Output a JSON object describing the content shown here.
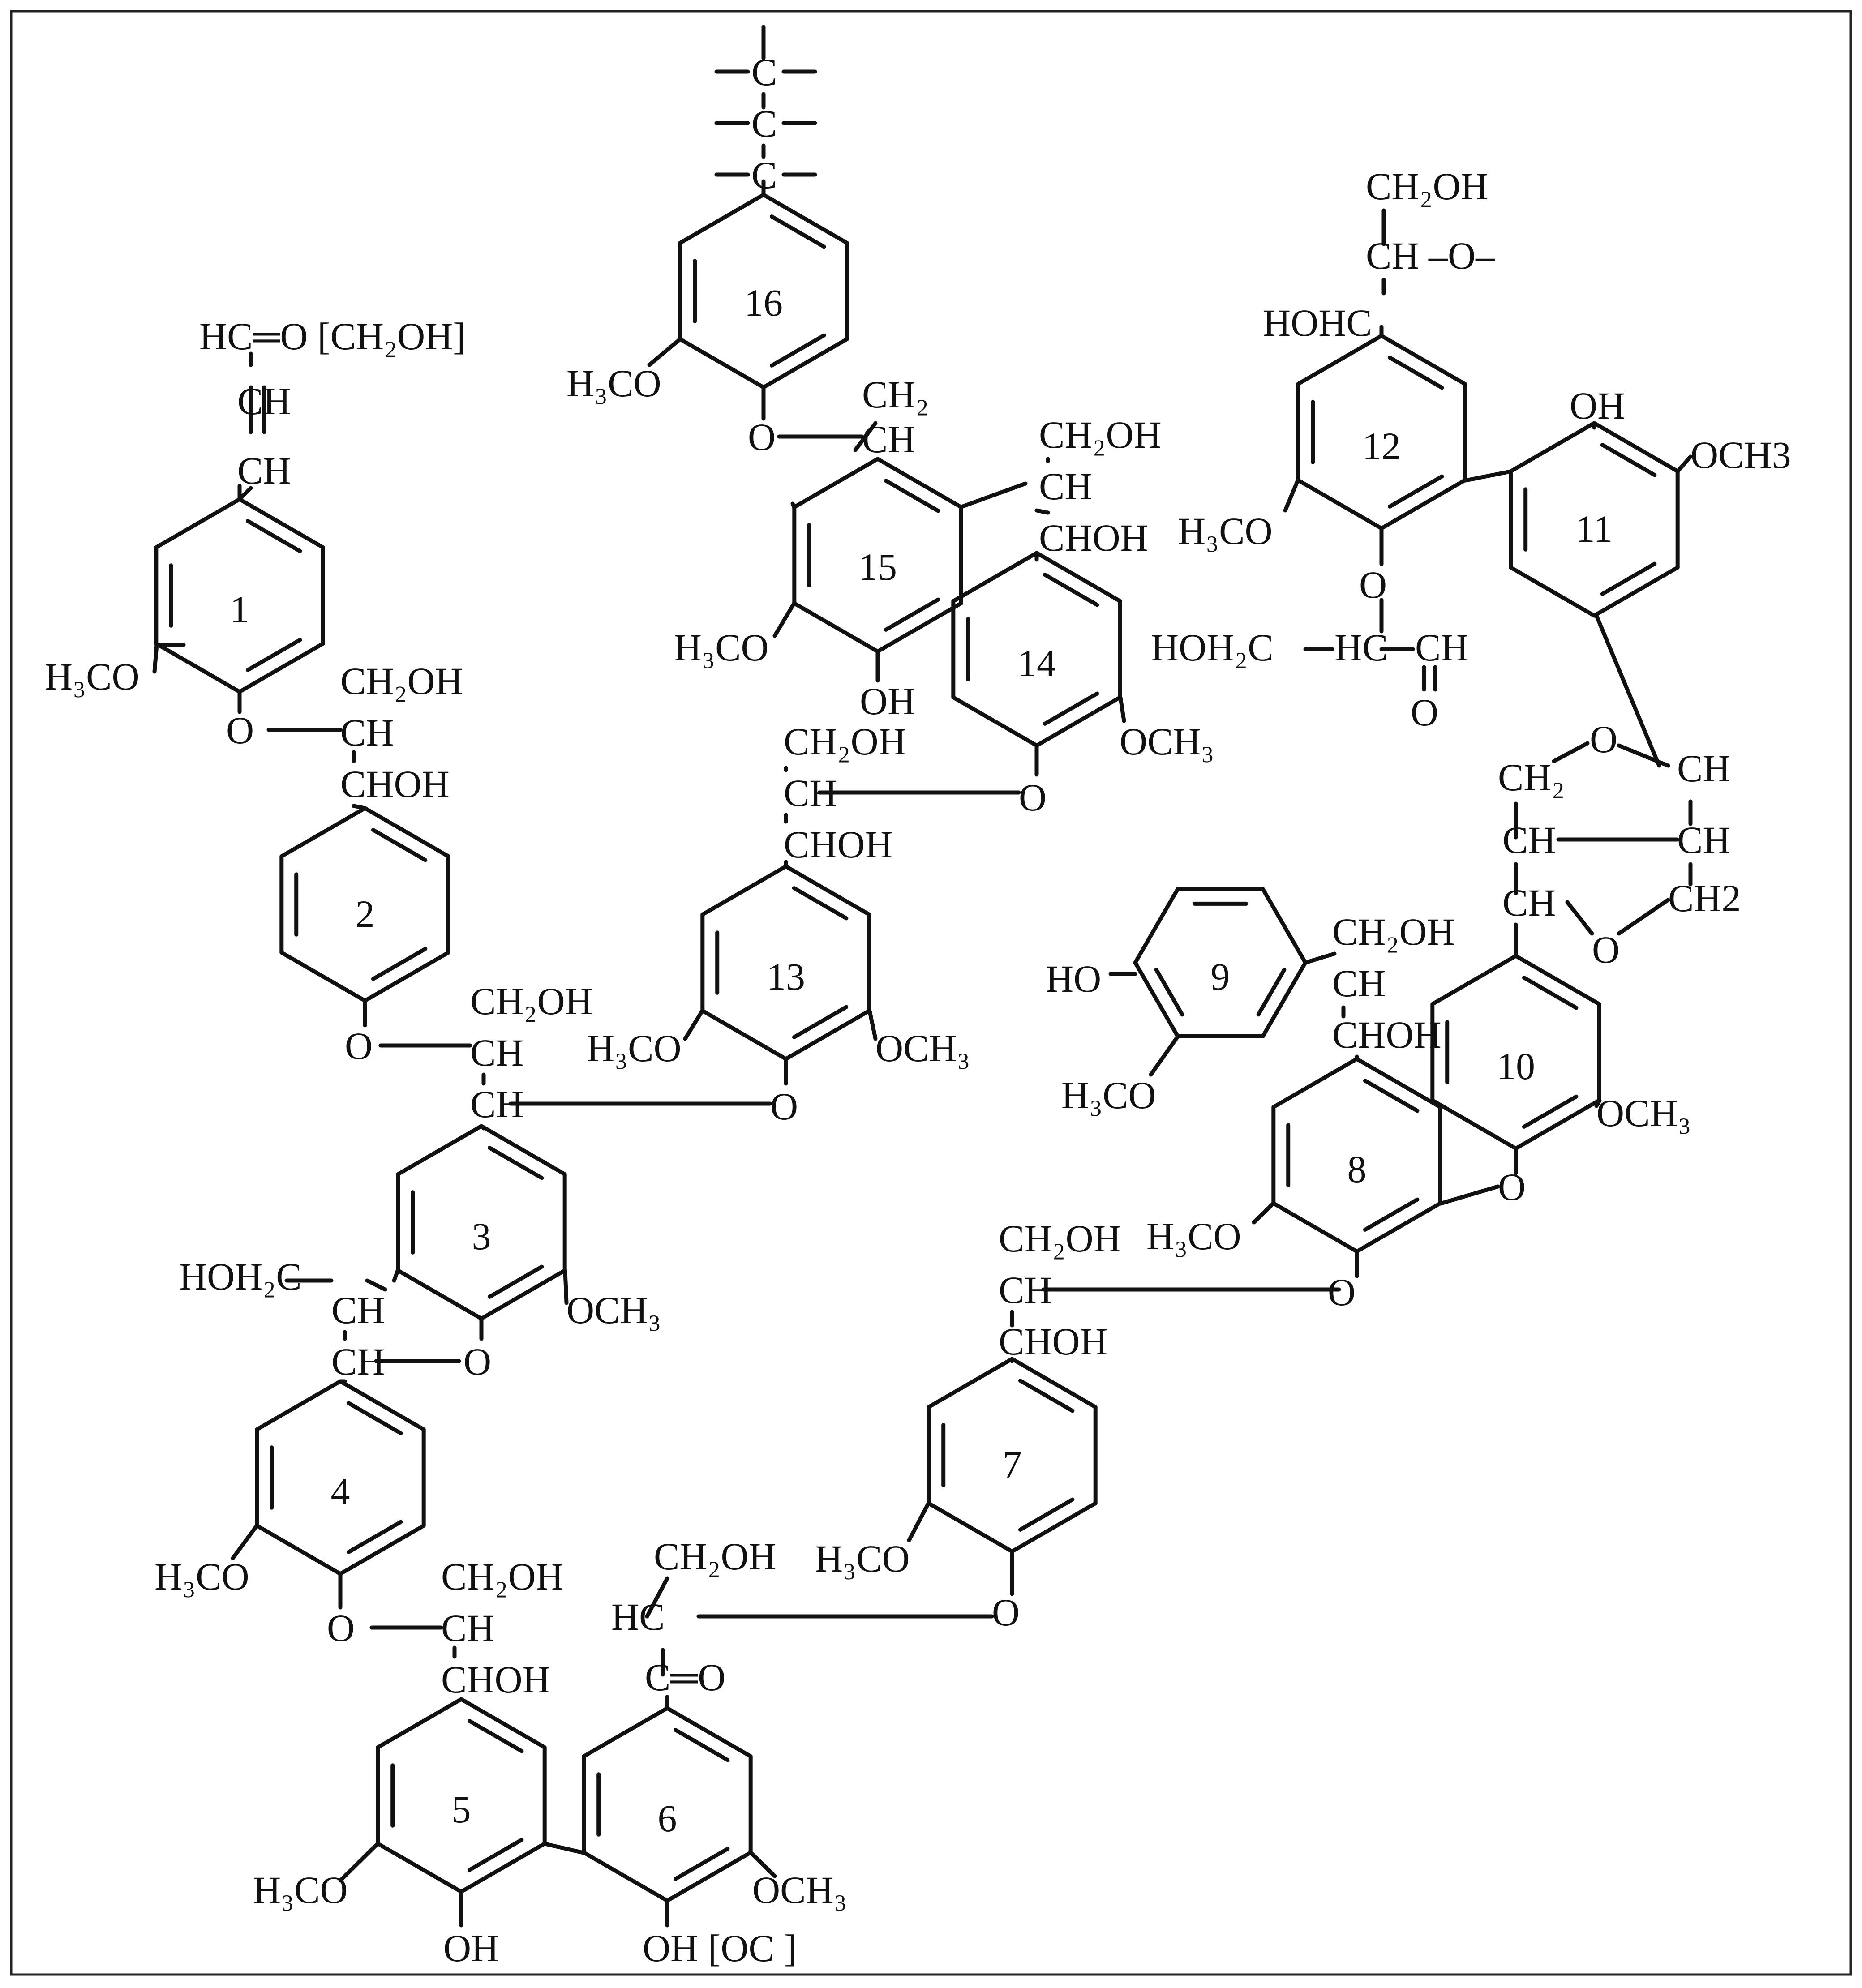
{
  "diagram": {
    "rings": [
      {
        "id": "1",
        "label": "1"
      },
      {
        "id": "2",
        "label": "2"
      },
      {
        "id": "3",
        "label": "3"
      },
      {
        "id": "4",
        "label": "4"
      },
      {
        "id": "5",
        "label": "5"
      },
      {
        "id": "6",
        "label": "6"
      },
      {
        "id": "7",
        "label": "7"
      },
      {
        "id": "8",
        "label": "8"
      },
      {
        "id": "9",
        "label": "9"
      },
      {
        "id": "10",
        "label": "10"
      },
      {
        "id": "11",
        "label": "11"
      },
      {
        "id": "12",
        "label": "12"
      },
      {
        "id": "13",
        "label": "13"
      },
      {
        "id": "14",
        "label": "14"
      },
      {
        "id": "15",
        "label": "15"
      },
      {
        "id": "16",
        "label": "16"
      }
    ],
    "groups": [
      {
        "id": "g1",
        "text": "HC═O [CH₂OH]"
      },
      {
        "id": "g2",
        "text": "CH"
      },
      {
        "id": "g3",
        "text": "CH"
      },
      {
        "id": "g4",
        "text": "H₃CO"
      },
      {
        "id": "g5",
        "text": "O"
      },
      {
        "id": "g6",
        "text": "CH₂OH"
      },
      {
        "id": "g7",
        "text": "CH"
      },
      {
        "id": "g8",
        "text": "CHOH"
      },
      {
        "id": "g9",
        "text": "O"
      },
      {
        "id": "g10",
        "text": "CH₂OH"
      },
      {
        "id": "g11",
        "text": "CH"
      },
      {
        "id": "g12",
        "text": "CH"
      },
      {
        "id": "g13",
        "text": "OCH₃"
      },
      {
        "id": "g14",
        "text": "HOH₂C"
      },
      {
        "id": "g15",
        "text": "CH"
      },
      {
        "id": "g16",
        "text": "CH"
      },
      {
        "id": "g17",
        "text": "O"
      },
      {
        "id": "g18",
        "text": "H₃CO"
      },
      {
        "id": "g19",
        "text": "O"
      },
      {
        "id": "g20",
        "text": "CH₂OH"
      },
      {
        "id": "g21",
        "text": "CH"
      },
      {
        "id": "g22",
        "text": "CHOH"
      },
      {
        "id": "g23",
        "text": "H₃CO"
      },
      {
        "id": "g24",
        "text": "OH"
      },
      {
        "id": "g25",
        "text": "OH [OC ]"
      },
      {
        "id": "g26",
        "text": "OCH₃"
      },
      {
        "id": "g27",
        "text": "CH₂OH"
      },
      {
        "id": "g28",
        "text": "HC"
      },
      {
        "id": "g29",
        "text": "C═O"
      },
      {
        "id": "g30",
        "text": "H₃CO"
      },
      {
        "id": "g31",
        "text": "O"
      },
      {
        "id": "g32",
        "text": "CH₂OH"
      },
      {
        "id": "g33",
        "text": "CH"
      },
      {
        "id": "g34",
        "text": "CHOH"
      },
      {
        "id": "g35",
        "text": "H₃CO"
      },
      {
        "id": "g36",
        "text": "O"
      },
      {
        "id": "g37",
        "text": "HO"
      },
      {
        "id": "g38",
        "text": "H₃CO"
      },
      {
        "id": "g39",
        "text": "CH₂OH"
      },
      {
        "id": "g40",
        "text": "CH"
      },
      {
        "id": "g41",
        "text": "CHOH"
      },
      {
        "id": "g42",
        "text": "O"
      },
      {
        "id": "g43",
        "text": "OCH₃"
      },
      {
        "id": "g44",
        "text": "CH₂"
      },
      {
        "id": "g45",
        "text": "O"
      },
      {
        "id": "g46",
        "text": "CH"
      },
      {
        "id": "g47",
        "text": "CH"
      },
      {
        "id": "g48",
        "text": "CH"
      },
      {
        "id": "g49",
        "text": "CH"
      },
      {
        "id": "g50",
        "text": "O"
      },
      {
        "id": "g51",
        "text": "CH2"
      },
      {
        "id": "g52",
        "text": "OH"
      },
      {
        "id": "g53",
        "text": "OCH3"
      },
      {
        "id": "g54",
        "text": "CH₂OH"
      },
      {
        "id": "g55",
        "text": "CH"
      },
      {
        "id": "g56",
        "text": "–O–"
      },
      {
        "id": "g57",
        "text": "HOHC"
      },
      {
        "id": "g58",
        "text": "H₃CO"
      },
      {
        "id": "g59",
        "text": "O"
      },
      {
        "id": "g60",
        "text": "HOH₂C"
      },
      {
        "id": "g61",
        "text": "HC"
      },
      {
        "id": "g62",
        "text": "CH"
      },
      {
        "id": "g63",
        "text": "O"
      },
      {
        "id": "g64",
        "text": "CH₂OH"
      },
      {
        "id": "g65",
        "text": "CH"
      },
      {
        "id": "g66",
        "text": "CHOH"
      },
      {
        "id": "g67",
        "text": "H₃CO"
      },
      {
        "id": "g68",
        "text": "OCH₃"
      },
      {
        "id": "g69",
        "text": "O"
      },
      {
        "id": "g70",
        "text": "OCH₃"
      },
      {
        "id": "g71",
        "text": "O"
      },
      {
        "id": "g72",
        "text": "CH₂OH"
      },
      {
        "id": "g73",
        "text": "CH"
      },
      {
        "id": "g74",
        "text": "CHOH"
      },
      {
        "id": "g75",
        "text": "H₃CO"
      },
      {
        "id": "g76",
        "text": "OH"
      },
      {
        "id": "g77",
        "text": "O"
      },
      {
        "id": "g78",
        "text": "CH₂"
      },
      {
        "id": "g79",
        "text": "CH"
      },
      {
        "id": "g80",
        "text": "H₃CO"
      },
      {
        "id": "g81",
        "text": "C"
      },
      {
        "id": "g82",
        "text": "C"
      },
      {
        "id": "g83",
        "text": "C"
      }
    ]
  }
}
